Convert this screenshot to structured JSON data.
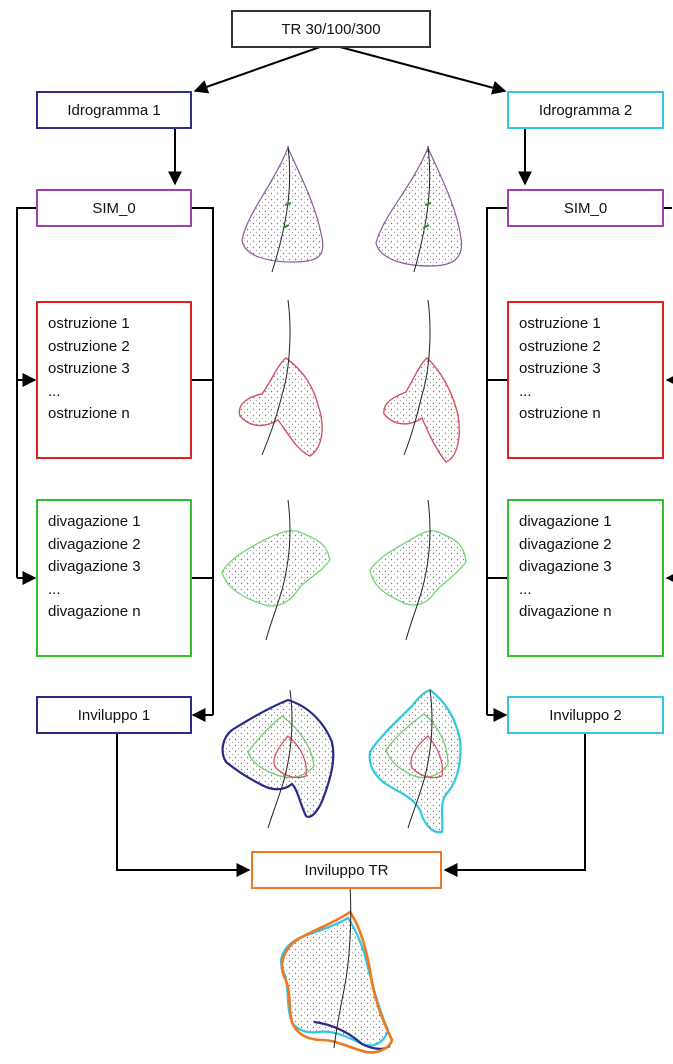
{
  "top": {
    "label": "TR 30/100/300",
    "color": "#000000"
  },
  "left": {
    "hydrograph": {
      "label": "Idrogramma 1",
      "color": "#2e2e8c"
    },
    "sim0": {
      "label": "SIM_0",
      "color": "#a040b0"
    },
    "obstruction": {
      "color": "#e02020",
      "lines": [
        "ostruzione 1",
        "ostruzione 2",
        "ostruzione 3",
        "...",
        "ostruzione n"
      ]
    },
    "divagation": {
      "color": "#30c030",
      "lines": [
        "divagazione 1",
        "divagazione 2",
        "divagazione 3",
        "...",
        "divagazione n"
      ]
    },
    "envelope": {
      "label": "Inviluppo 1",
      "color": "#2a2a88"
    }
  },
  "right": {
    "hydrograph": {
      "label": "Idrogramma 2",
      "color": "#30c8e0"
    },
    "sim0": {
      "label": "SIM_0",
      "color": "#a040b0"
    },
    "obstruction": {
      "color": "#e02020",
      "lines": [
        "ostruzione 1",
        "ostruzione 2",
        "ostruzione 3",
        "...",
        "ostruzione n"
      ]
    },
    "divagation": {
      "color": "#30c030",
      "lines": [
        "divagazione 1",
        "divagazione 2",
        "divagazione 3",
        "...",
        "divagazione n"
      ]
    },
    "envelope": {
      "label": "Inviluppo 2",
      "color": "#30c8e0"
    }
  },
  "final": {
    "label": "Inviluppo TR",
    "color": "#f07820"
  }
}
